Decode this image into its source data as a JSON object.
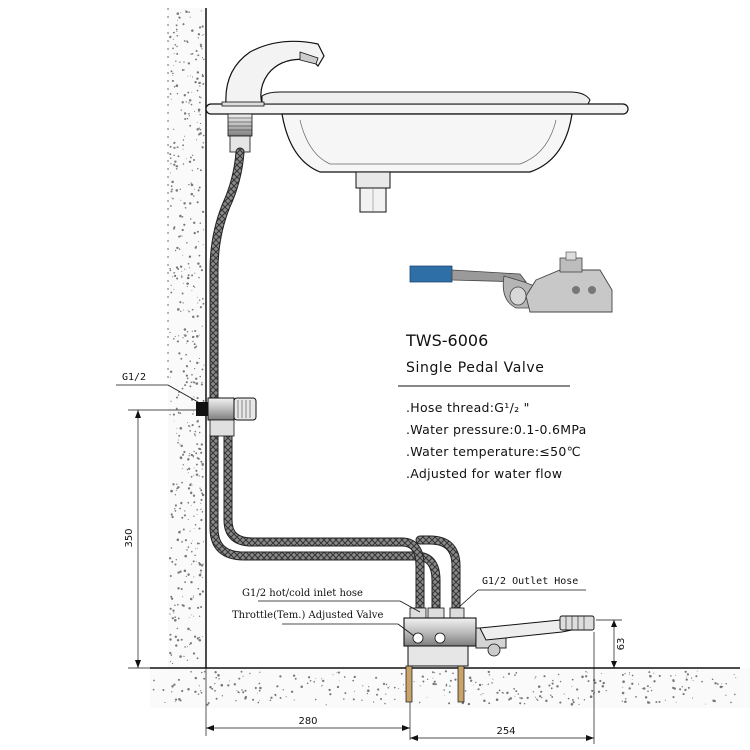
{
  "product": {
    "model": "TWS-6006",
    "name": "Single Pedal Valve"
  },
  "specs": [
    ".Hose thread:G¹/₂ \"",
    ".Water pressure:0.1-0.6MPa",
    ".Water temperature:≤50℃",
    ".Adjusted for water flow"
  ],
  "callouts": {
    "wall_thread": "G1/2",
    "inlet_hose": "G1/2 hot/cold inlet hose",
    "throttle_valve": "Throttle(Tem.) Adjusted Valve",
    "outlet_hose": "G1/2 Outlet Hose"
  },
  "dimensions": {
    "height_350": "350",
    "height_63": "63",
    "width_280": "280",
    "width_254": "254"
  },
  "colors": {
    "line": "#111111",
    "pedal_blue": "#2f6fa8",
    "hose_dark": "#555555",
    "speckle": "#777777"
  }
}
